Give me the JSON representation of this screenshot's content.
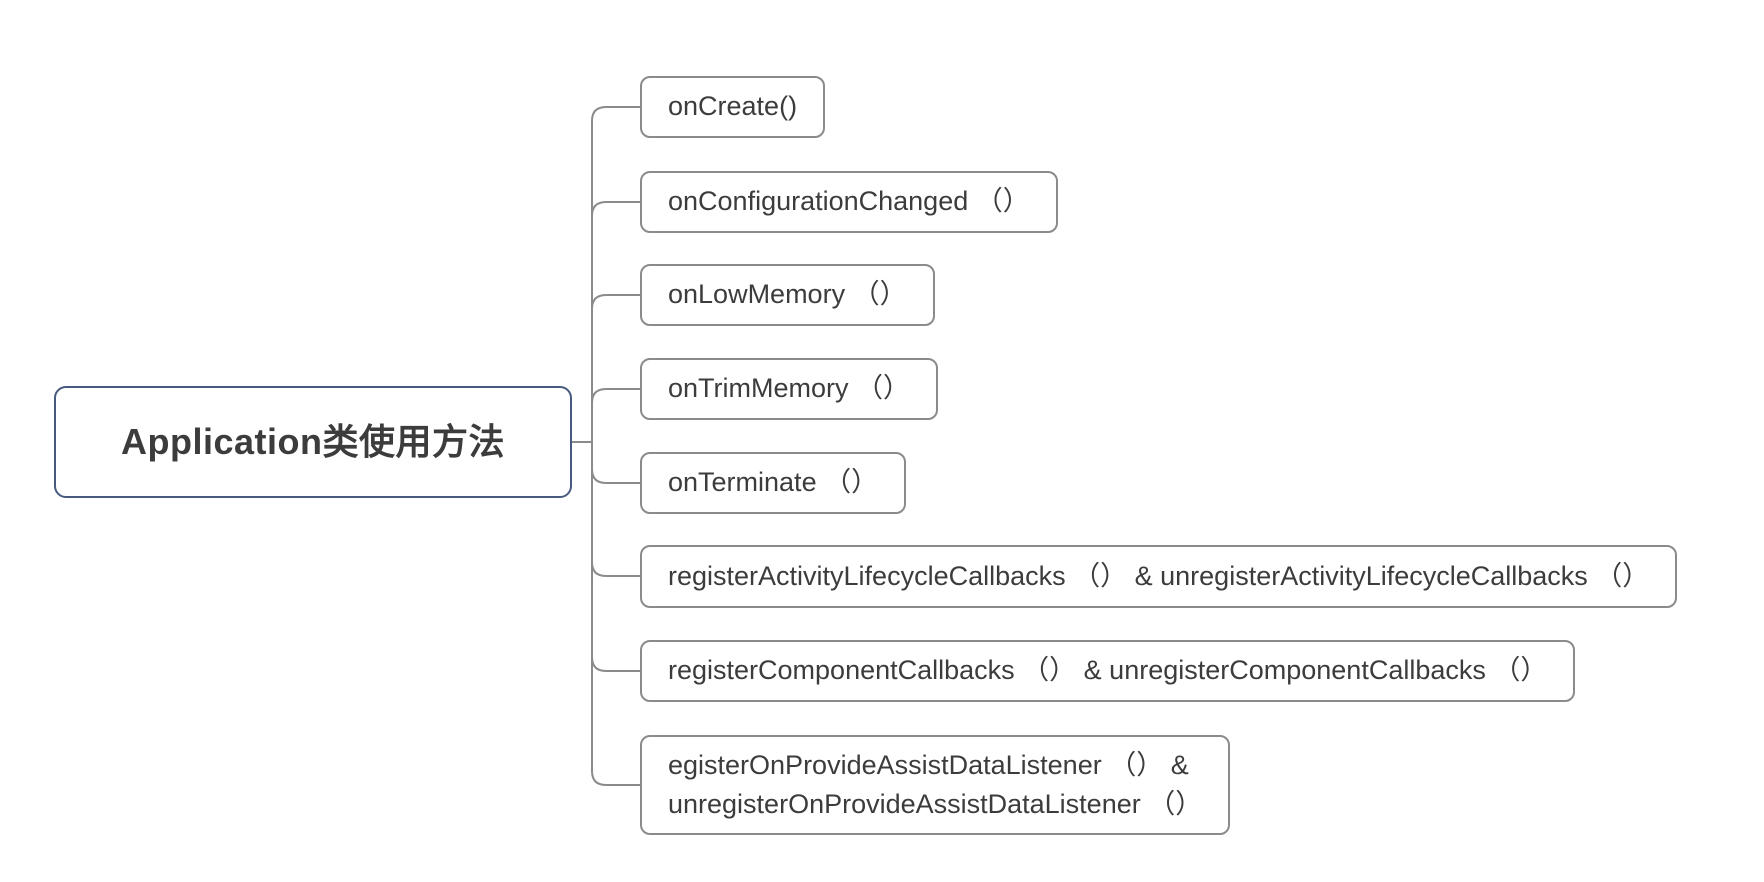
{
  "diagram": {
    "root": {
      "label": "Application类使用方法"
    },
    "children": [
      {
        "label": "onCreate()"
      },
      {
        "label": "onConfigurationChanged （）"
      },
      {
        "label": "onLowMemory （）"
      },
      {
        "label": "onTrimMemory （）"
      },
      {
        "label": "onTerminate （）"
      },
      {
        "label": "registerActivityLifecycleCallbacks （） & unregisterActivityLifecycleCallbacks （）"
      },
      {
        "label": "registerComponentCallbacks （） & unregisterComponentCallbacks （）"
      },
      {
        "label": "egisterOnProvideAssistDataListener （） &\nunregisterOnProvideAssistDataListener （）"
      }
    ],
    "colors": {
      "background": "#ffffff",
      "root_border": "#47597e",
      "node_border": "#8b8b8b",
      "connector": "#8b8b8b",
      "text": "#3c3c3c"
    }
  }
}
